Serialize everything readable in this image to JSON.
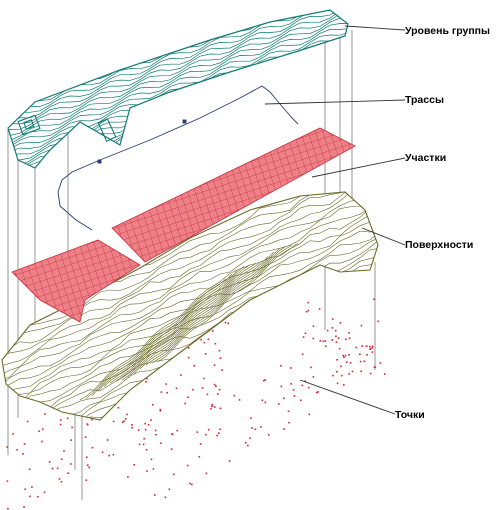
{
  "labels": {
    "groups": "Уровень группы",
    "alignments": "Трассы",
    "parcels": "Участки",
    "surfaces": "Поверхности",
    "points": "Точки"
  },
  "colors": {
    "contour_teal": "#117a74",
    "parcel_red": "#e85560",
    "surface_olive": "#6b6a2a",
    "point_red": "#d2282e",
    "alignment_navy": "#283a78",
    "leader": "#333333"
  }
}
